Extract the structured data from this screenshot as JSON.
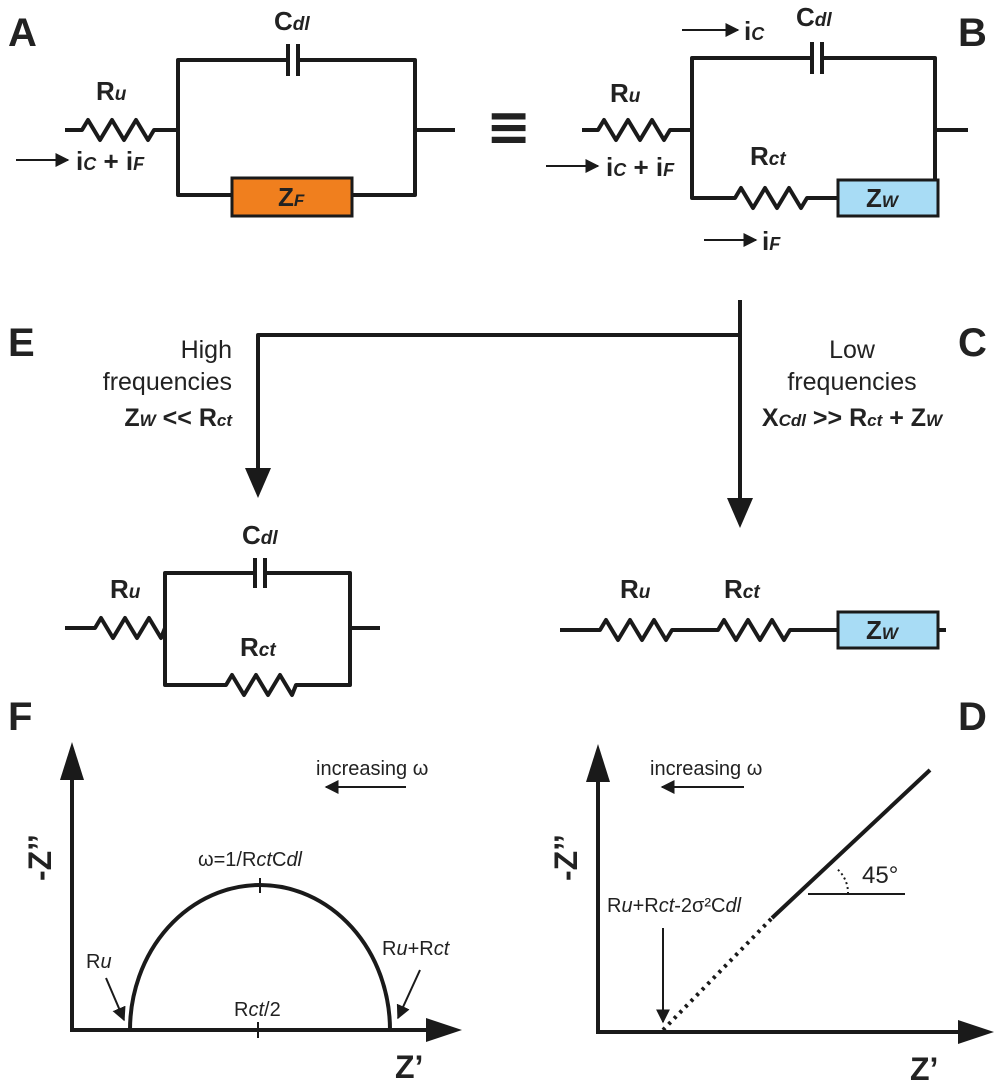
{
  "panels": {
    "a": "A",
    "b": "B",
    "c": "C",
    "d": "D",
    "e": "E",
    "f": "F"
  },
  "components": {
    "ru": {
      "main": "R",
      "sub": "u"
    },
    "cdl": {
      "main": "C",
      "sub": "dl"
    },
    "rct": {
      "main": "R",
      "sub": "ct"
    },
    "zf": {
      "main": "Z",
      "sub": "F"
    },
    "zw": {
      "main": "Z",
      "sub": "W"
    }
  },
  "currents": {
    "ic": {
      "main": "i",
      "sub": "C"
    },
    "if": {
      "main": "i",
      "sub": "F"
    },
    "plus": " + "
  },
  "colors": {
    "zf_fill": "#f07f1e",
    "zw_fill": "#a8dcf5",
    "line": "#1a1a1a"
  },
  "equivalence_symbol": "≡",
  "branch_high": {
    "line1": "High",
    "line2": "frequencies",
    "cond": {
      "z": "Z",
      "zsub": "W",
      "op": " << ",
      "r": "R",
      "rsub": "ct"
    }
  },
  "branch_low": {
    "line1": "Low",
    "line2": "frequencies",
    "cond": {
      "x": "X",
      "xsub": "Cdl",
      "op": " >> ",
      "r": "R",
      "rsub": "ct",
      "plus": " + ",
      "z": "Z",
      "zsub": "W"
    }
  },
  "plot_f": {
    "ylabel": "-Z’’",
    "xlabel": "Z’",
    "direction_note": "increasing ω",
    "peak_label": {
      "pre": "ω=1/R",
      "s1": "ct",
      "mid": "C",
      "s2": "dl"
    },
    "ru_label": {
      "main": "R",
      "sub": "u"
    },
    "ruct_label": {
      "r1": "R",
      "s1": "u",
      "plus": "+R",
      "s2": "ct"
    },
    "center_label": {
      "main": "R",
      "sub": "ct",
      "post": "/2"
    }
  },
  "plot_d": {
    "ylabel": "-Z’’",
    "xlabel": "Z’",
    "direction_note": "increasing ω",
    "angle_label": "45°",
    "intercept_label": {
      "r1": "R",
      "s1": "u",
      "plus": "+R",
      "s2": "ct",
      "post": "-2σ²C",
      "s3": "dl"
    }
  },
  "chart_data": [
    {
      "type": "line",
      "title": "",
      "xlabel": "Z’",
      "ylabel": "-Z’’",
      "series": [
        {
          "name": "",
          "shape": "semicircle",
          "x_start": "Ru",
          "x_end": "Ru+Rct",
          "center": "Rct/2",
          "peak": "ω=1/RctCdl"
        }
      ]
    },
    {
      "type": "line",
      "title": "",
      "xlabel": "Z’",
      "ylabel": "-Z’’",
      "series": [
        {
          "name": "",
          "shape": "straight line",
          "angle_deg": 45,
          "x_intercept": "Ru+Rct-2σ²Cdl",
          "extrapolated_part": "dotted"
        }
      ]
    }
  ]
}
